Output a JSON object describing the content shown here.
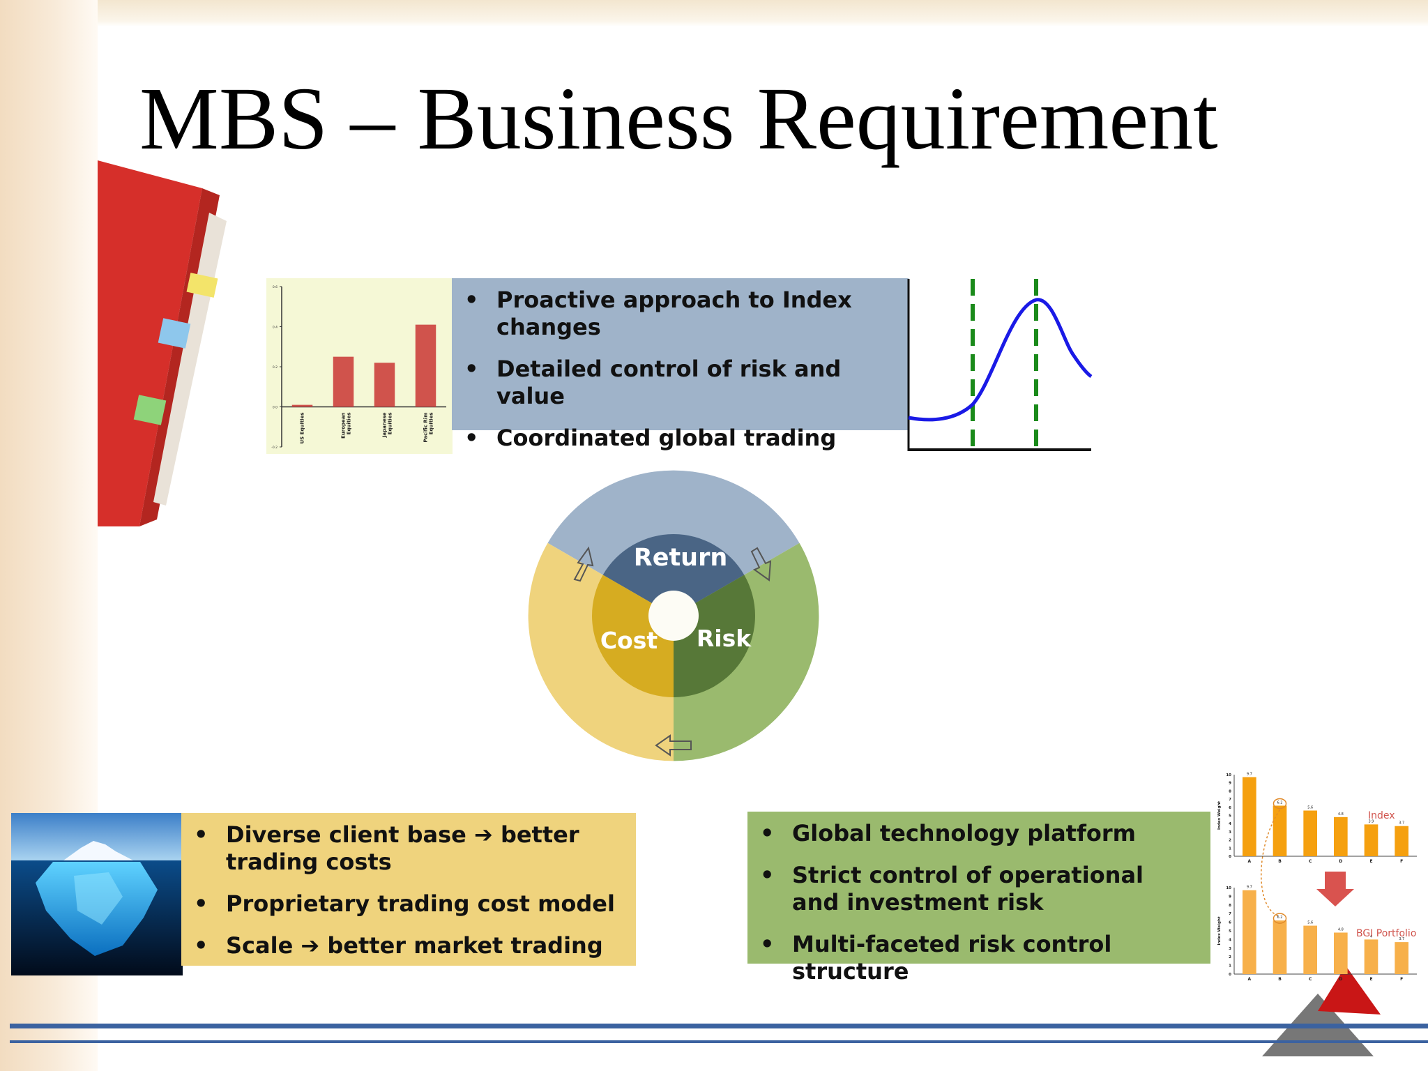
{
  "slide": {
    "title": "MBS – Business Requirement"
  },
  "index_box": {
    "bullets": [
      "Proactive approach to Index changes",
      "Detailed control of risk and value",
      "Coordinated global trading"
    ]
  },
  "cost_box": {
    "bullets": [
      "Diverse client base ➔ better trading costs",
      "Proprietary trading cost model",
      "Scale ➔ better market trading"
    ]
  },
  "risk_box": {
    "bullets": [
      "Global technology platform",
      "Strict control of operational and investment risk",
      "Multi-faceted risk control structure"
    ]
  },
  "cycle": {
    "return_label": "Return",
    "risk_label": "Risk",
    "cost_label": "Cost",
    "colors": {
      "return_outer": "#9fb3c9",
      "return_inner": "#4a6585",
      "risk_outer": "#9aba6e",
      "risk_inner": "#577838",
      "cost_outer": "#efd37d",
      "cost_inner": "#d6ac21"
    }
  },
  "mini_bar_chart": {
    "categories": [
      "US Equities",
      "European Equities",
      "Japanese Equities",
      "Pacific Rim Equities"
    ],
    "values": [
      0.01,
      0.25,
      0.22,
      0.41
    ],
    "y_ticks": [
      "0.6",
      "0.4",
      "0.2",
      "0.0",
      "-0.2"
    ],
    "ylim": [
      -0.2,
      0.6
    ],
    "bar_color": "#d0534c",
    "background": "#f5f8d6"
  },
  "index_charts": {
    "categories": [
      "A",
      "B",
      "C",
      "D",
      "E",
      "F"
    ],
    "index_values": [
      9.7,
      6.2,
      5.6,
      4.8,
      3.9,
      3.7
    ],
    "portfolio_values": [
      9.7,
      6.2,
      5.6,
      4.8,
      4.0,
      3.7
    ],
    "index_label": "Index",
    "portfolio_label": "BGI Portfolio",
    "y_label": "Index Weight",
    "y_ticks": [
      "10",
      "9",
      "8",
      "7",
      "6",
      "5",
      "4",
      "3",
      "2",
      "1",
      "0"
    ],
    "bar_color_top": "#f5a00f",
    "bar_color_bottom": "#f7b04a",
    "label_color": "#d0534c"
  },
  "colors": {
    "rule": "#3b62a0",
    "curve": "#1a1ae6",
    "dashes": "#1a8a1a"
  }
}
